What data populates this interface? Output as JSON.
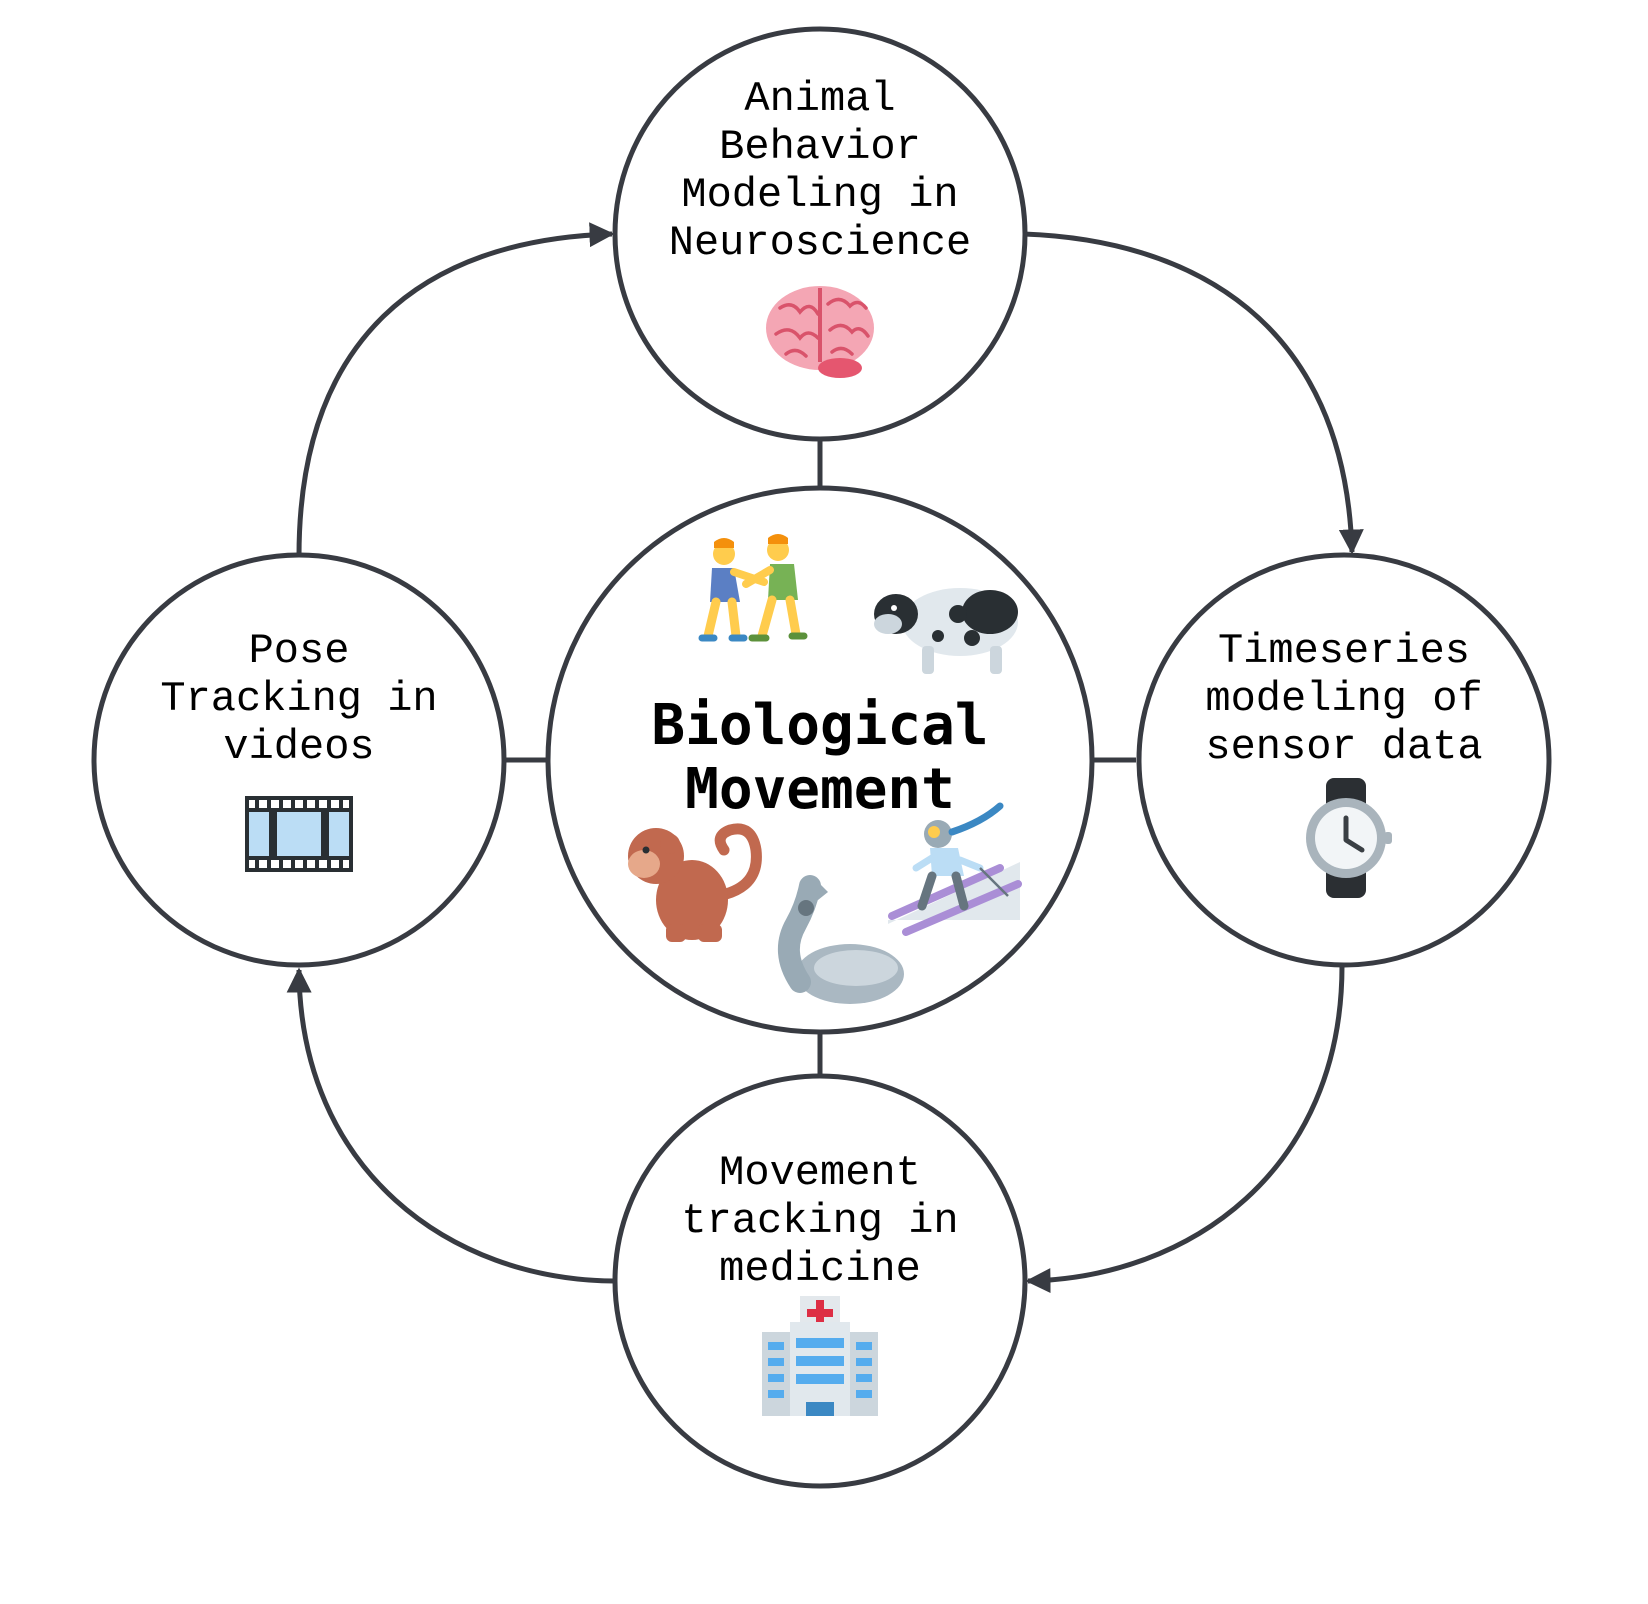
{
  "center": {
    "title_lines": [
      "Biological",
      "Movement"
    ],
    "icons": [
      "wrestlers-icon",
      "cow-icon",
      "monkey-icon",
      "mechanical-arm-icon",
      "skier-icon"
    ]
  },
  "nodes": {
    "top": {
      "lines": [
        "Animal",
        "Behavior",
        "Modeling in",
        "Neuroscience"
      ],
      "icon": "brain-icon"
    },
    "right": {
      "lines": [
        "Timeseries",
        "modeling of",
        "sensor data"
      ],
      "icon": "watch-icon"
    },
    "bottom": {
      "lines": [
        "Movement",
        "tracking in",
        "medicine"
      ],
      "icon": "hospital-icon"
    },
    "left": {
      "lines": [
        "Pose",
        "Tracking in",
        "videos"
      ],
      "icon": "film-strip-icon"
    }
  },
  "cycle_order": [
    "top",
    "right",
    "bottom",
    "left"
  ],
  "colors": {
    "stroke": "#383b42",
    "background": "#ffffff",
    "text": "#000000"
  }
}
